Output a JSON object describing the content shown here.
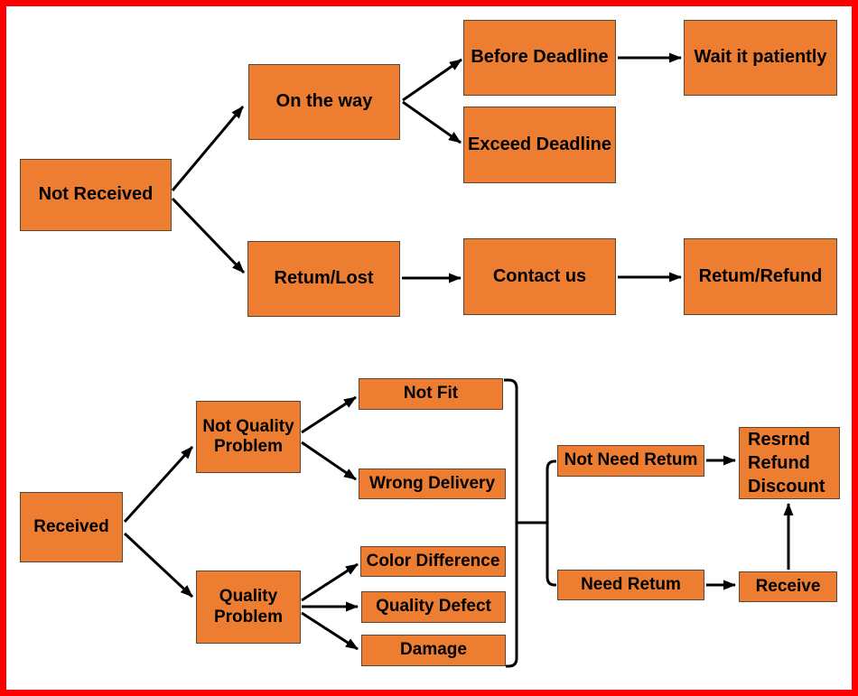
{
  "diagram": {
    "title": "Order received / not received return-refund flowchart",
    "colors": {
      "frame_border": "#FE0000",
      "background": "#FFFFFF",
      "node_fill": "#ED7D31",
      "node_border": "#5E4633",
      "connector": "#000000",
      "text": "#000000"
    }
  },
  "nodes": {
    "not_received": {
      "label": "Not Received"
    },
    "on_the_way": {
      "label": "On the way"
    },
    "before_deadline": {
      "label": "Before Deadline"
    },
    "wait_it_patiently": {
      "label": "Wait it patiently"
    },
    "exceed_deadline": {
      "label": "Exceed Deadline"
    },
    "retum_lost": {
      "label": "Retum/Lost"
    },
    "contact_us": {
      "label": "Contact us"
    },
    "retum_refund": {
      "label": "Retum/Refund"
    },
    "received": {
      "label": "Received"
    },
    "not_quality_problem": {
      "label": "Not Quality Problem"
    },
    "quality_problem": {
      "label": "Quality Problem"
    },
    "not_fit": {
      "label": "Not Fit"
    },
    "wrong_delivery": {
      "label": "Wrong Delivery"
    },
    "color_difference": {
      "label": "Color Difference"
    },
    "quality_defect": {
      "label": "Quality Defect"
    },
    "damage": {
      "label": "Damage"
    },
    "not_need_retum": {
      "label": "Not Need Retum"
    },
    "need_retum": {
      "label": "Need Retum"
    },
    "resrnd_refund_discount": {
      "label": "Resrnd Refund Discount"
    },
    "receive": {
      "label": "Receive"
    }
  },
  "edges": [
    {
      "from": "not_received",
      "to": "on_the_way"
    },
    {
      "from": "not_received",
      "to": "retum_lost"
    },
    {
      "from": "on_the_way",
      "to": "before_deadline"
    },
    {
      "from": "on_the_way",
      "to": "exceed_deadline"
    },
    {
      "from": "before_deadline",
      "to": "wait_it_patiently"
    },
    {
      "from": "retum_lost",
      "to": "contact_us"
    },
    {
      "from": "contact_us",
      "to": "retum_refund"
    },
    {
      "from": "received",
      "to": "not_quality_problem"
    },
    {
      "from": "received",
      "to": "quality_problem"
    },
    {
      "from": "not_quality_problem",
      "to": "not_fit"
    },
    {
      "from": "not_quality_problem",
      "to": "wrong_delivery"
    },
    {
      "from": "quality_problem",
      "to": "color_difference"
    },
    {
      "from": "quality_problem",
      "to": "quality_defect"
    },
    {
      "from": "quality_problem",
      "to": "damage"
    },
    {
      "from": "not_need_retum",
      "to": "resrnd_refund_discount"
    },
    {
      "from": "need_retum",
      "to": "receive"
    },
    {
      "from": "receive",
      "to": "resrnd_refund_discount"
    }
  ],
  "groups": {
    "bracket_sources": [
      "not_fit",
      "wrong_delivery",
      "color_difference",
      "quality_defect",
      "damage"
    ],
    "bracket_targets": [
      "not_need_retum",
      "need_retum"
    ]
  }
}
